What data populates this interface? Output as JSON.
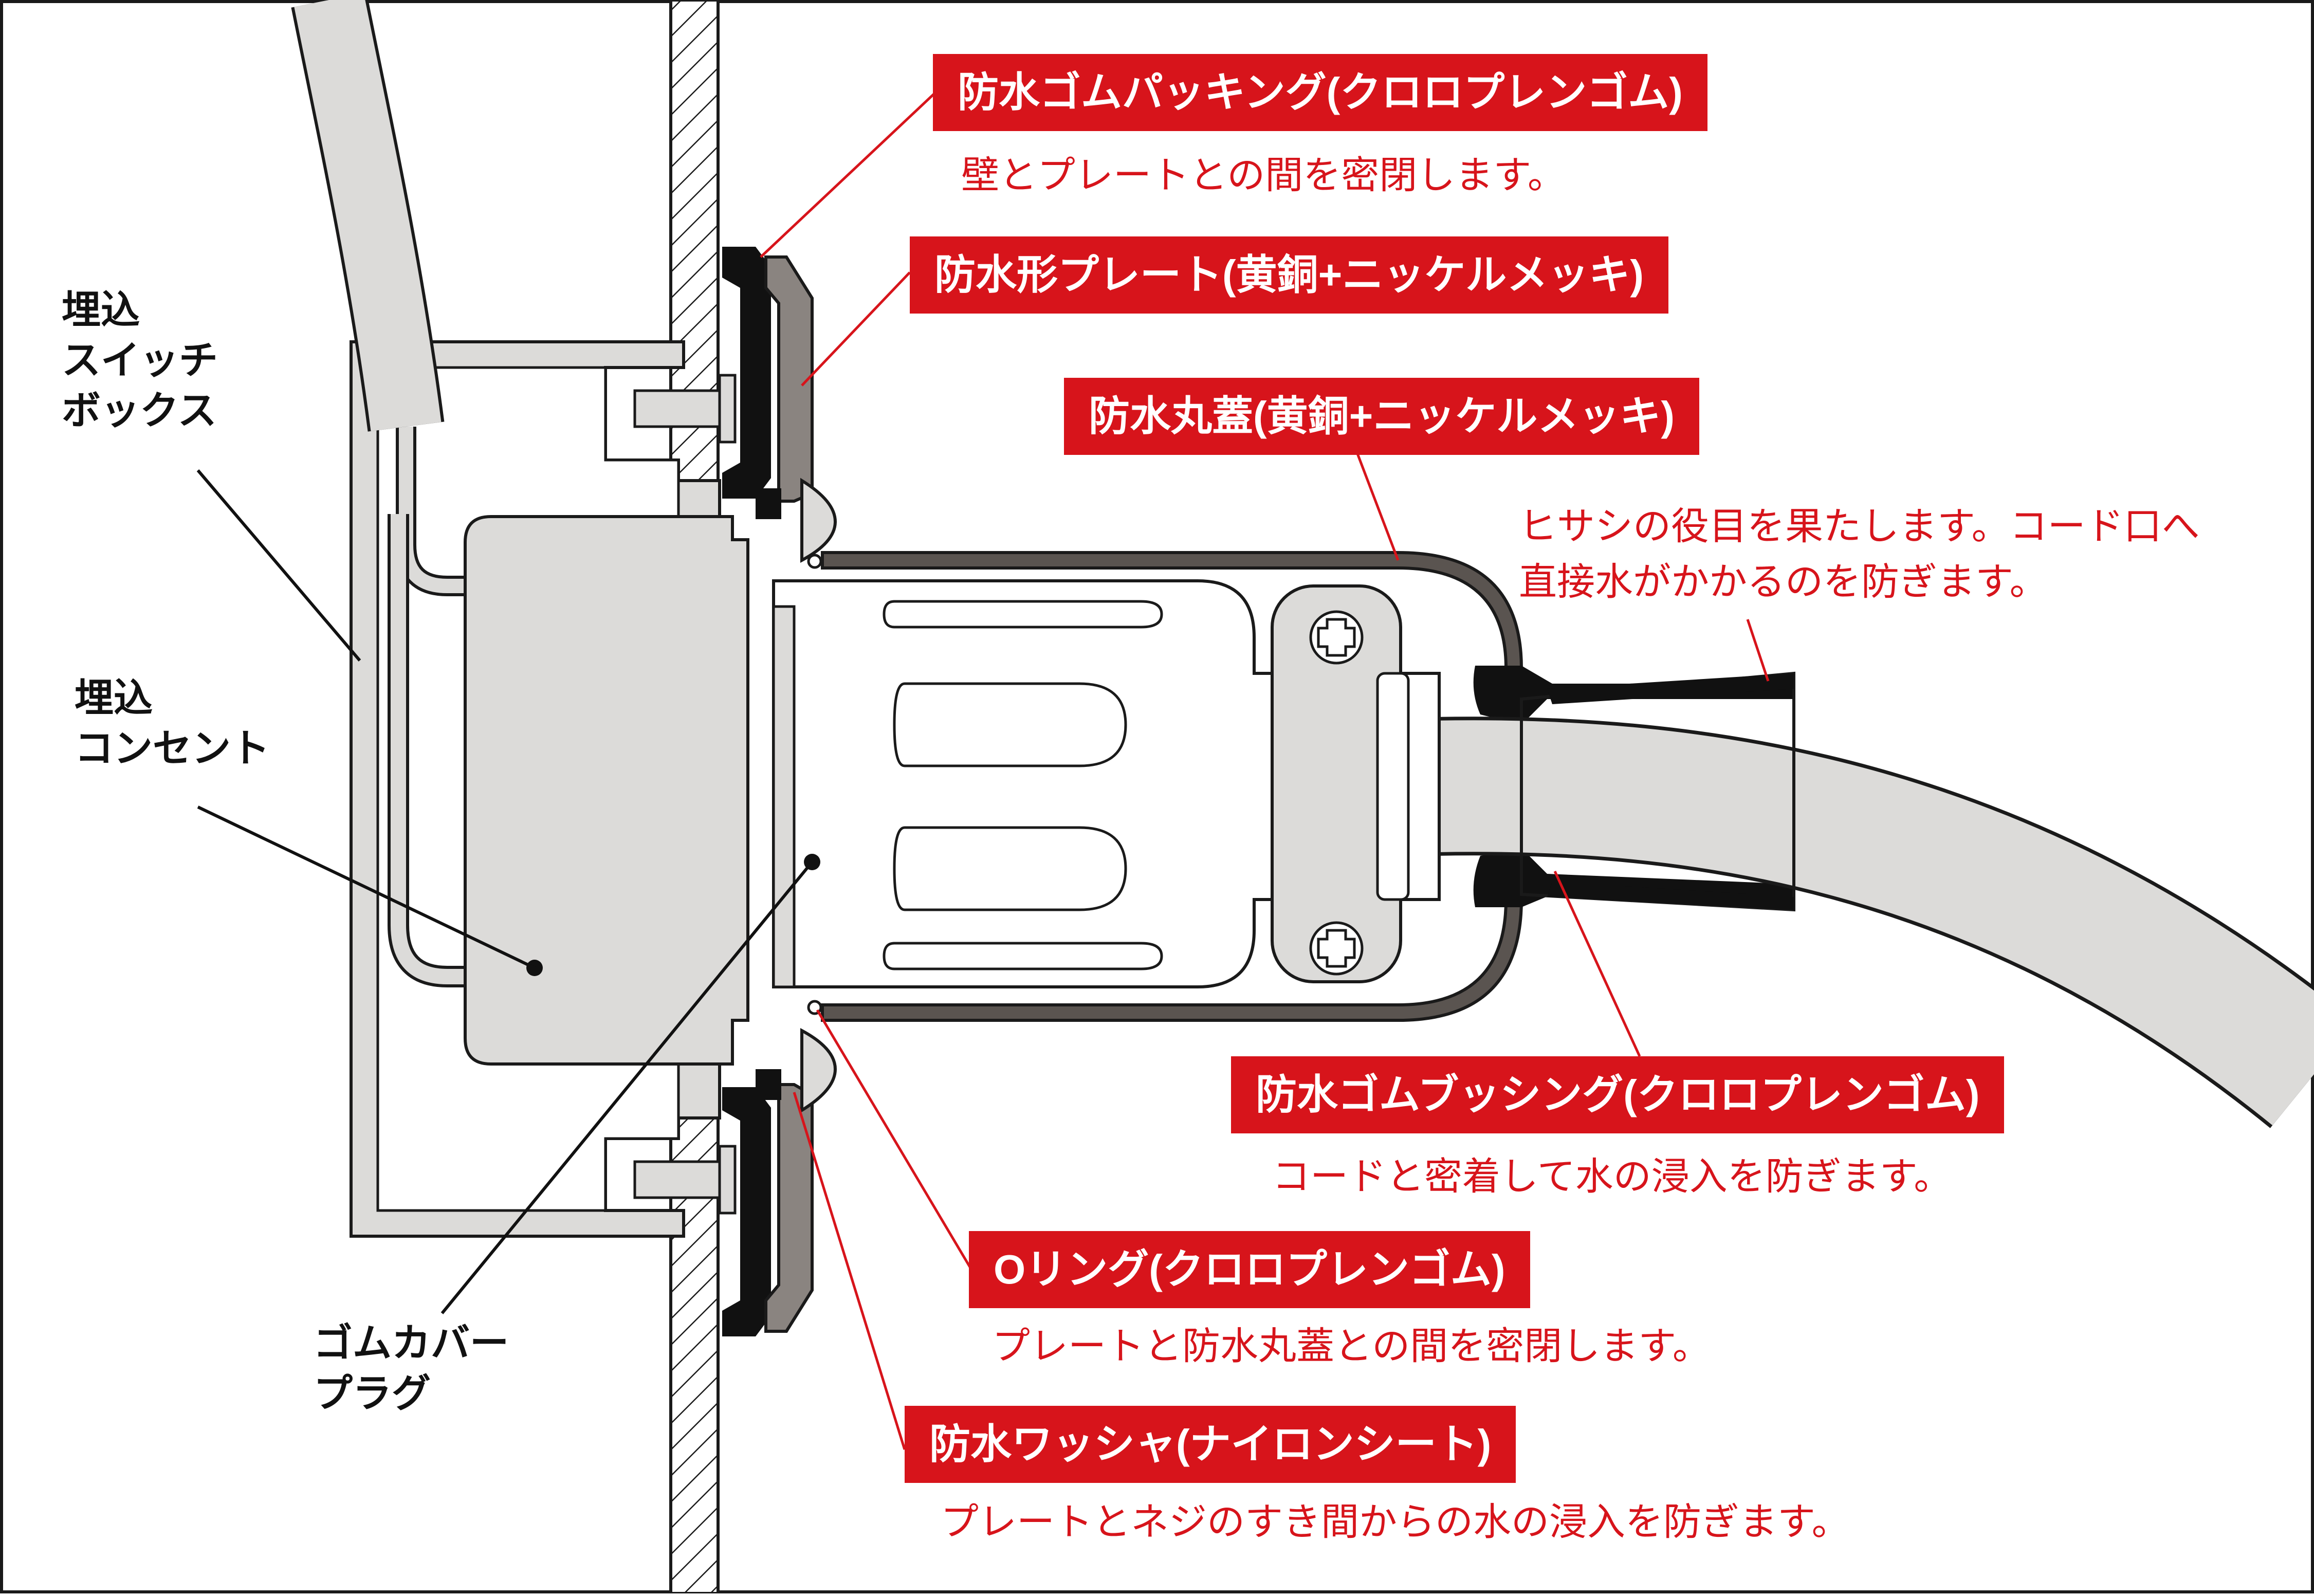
{
  "labels": {
    "switch_box": [
      "埋込",
      "スイッチ",
      "ボックス"
    ],
    "outlet": [
      "埋込",
      "コンセント"
    ],
    "plug": [
      "ゴムカバー",
      "プラグ"
    ]
  },
  "callouts": {
    "packing": {
      "title": "防水ゴムパッキング(クロロプレンゴム)",
      "desc": "壁とプレートとの間を密閉します。"
    },
    "plate": {
      "title": "防水形プレート(黄銅+ニッケルメッキ)"
    },
    "cap": {
      "title": "防水丸蓋(黄銅+ニッケルメッキ)",
      "desc": [
        "ヒサシの役目を果たします。コード口へ",
        "直接水がかかるのを防ぎます。"
      ]
    },
    "bushing": {
      "title": "防水ゴムブッシング(クロロプレンゴム)",
      "desc": "コードと密着して水の浸入を防ぎます。"
    },
    "oring": {
      "title": "Oリング(クロロプレンゴム)",
      "desc": "プレートと防水丸蓋との間を密閉します。"
    },
    "washer": {
      "title": "防水ワッシャ(ナイロンシート)",
      "desc": "プレートとネジのすき間からの水の浸入を防ぎます。"
    }
  },
  "colors": {
    "accent": "#d7141b",
    "part_fill": "#dcdbd9",
    "rubber": "#111111",
    "metal": "#8a8480",
    "outline": "#1a1a1a"
  }
}
